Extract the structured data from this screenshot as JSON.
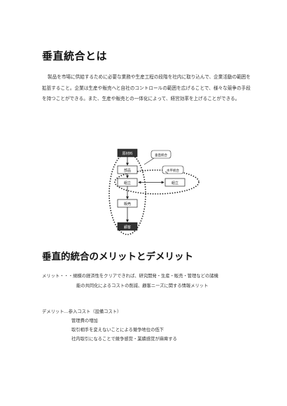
{
  "heading1": "垂直統合とは",
  "paragraph": "製品を市場に供給するために必要な業務や生産工程の段階を社内に取り込んで、企業活動の範囲を拡張すること。企業は生産や販売へと自社のコントロールの範囲を広げることで、様々な競争の手段を持つことができる。また、生産や販売との一体化によって、経営効率を上げることができる。",
  "diagram": {
    "raw_material": "原材料",
    "vertical_label": "垂直統合",
    "parts": "部品",
    "horizontal_label": "水平統合",
    "assembly_left": "組立",
    "assembly_right": "組立",
    "sales": "販売",
    "customer": "顧客"
  },
  "heading2": "垂直的統合のメリットとデメリット",
  "merit": {
    "line1": "メリット・・・規模の経済性をクリアできれば、研究開発・生産・販売・管理などの諸機",
    "line2": "能の共同化によるコストの削減、顧客ニーズに関する情報メリット"
  },
  "demerit": {
    "line1": "デメリット…参入コスト（設備コスト）",
    "line2": "管理費の増加",
    "line3": "取引相手を変えないことによる競争地位の低下",
    "line4": "社内取引になることで競争感覚・業績感覚が麻痺する"
  }
}
